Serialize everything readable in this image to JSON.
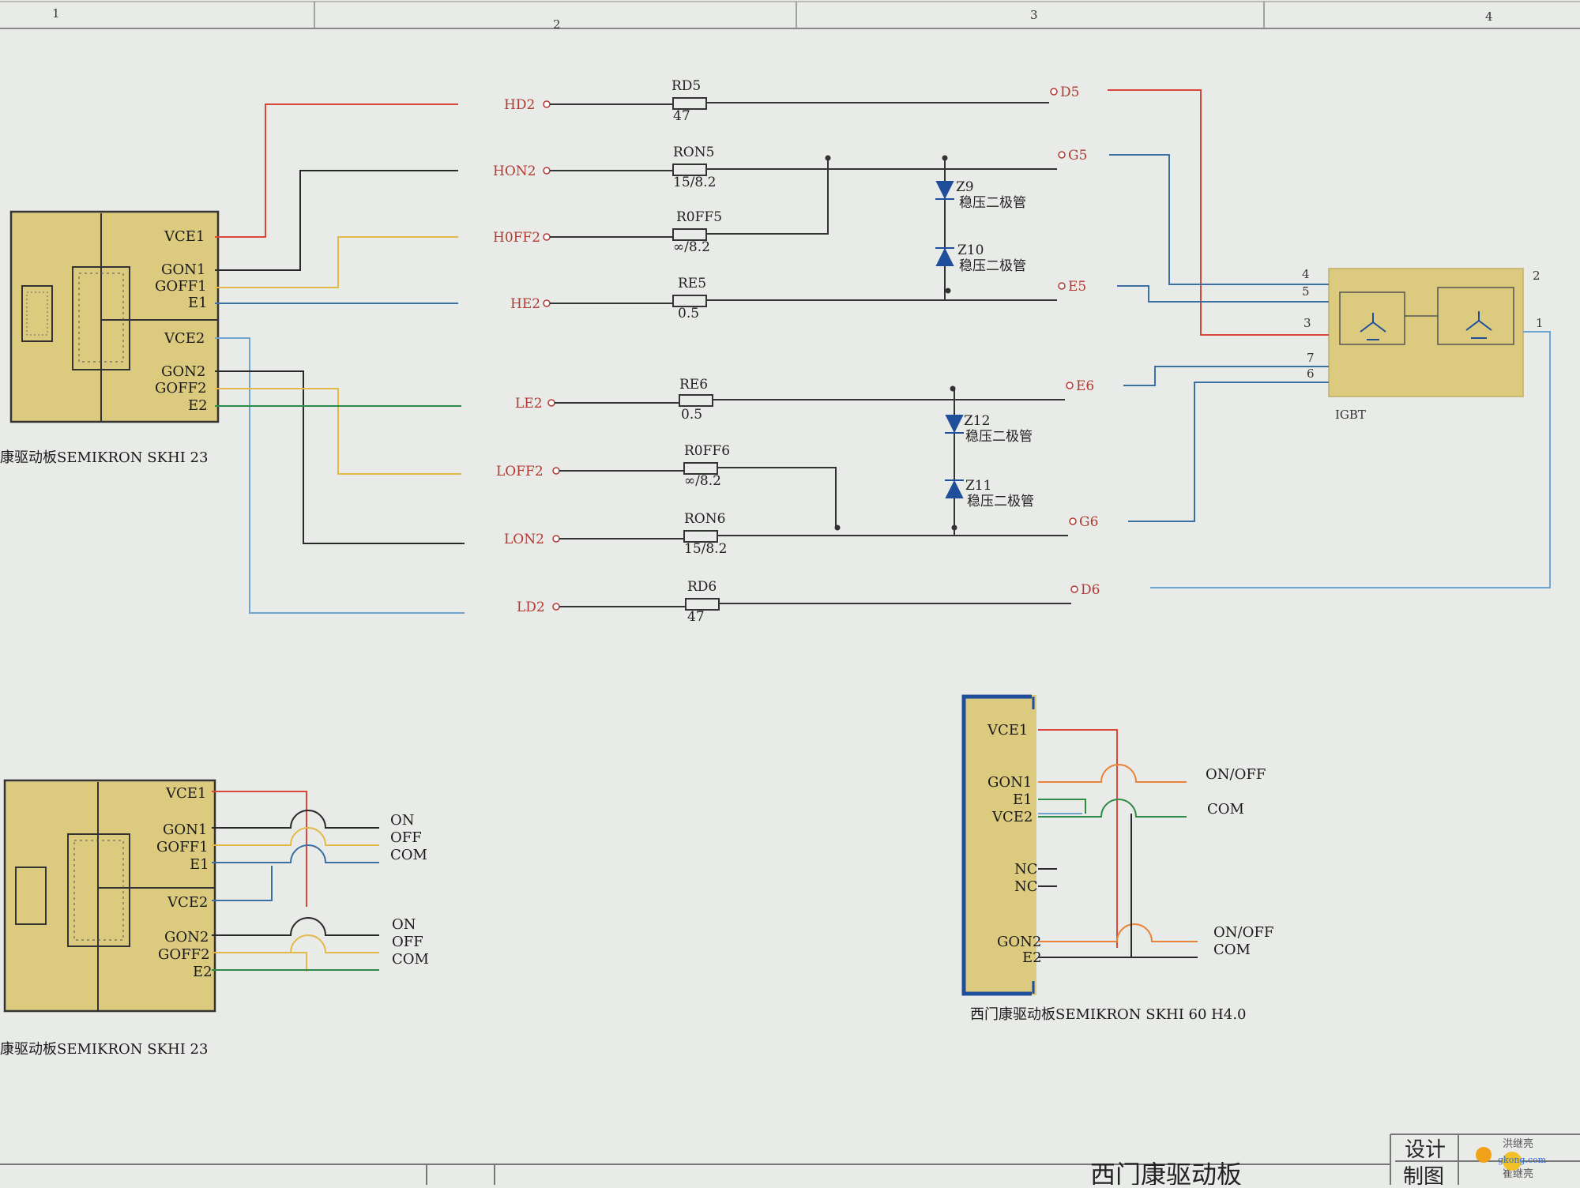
{
  "border": {
    "zones": [
      "1",
      "2",
      "3",
      "4"
    ]
  },
  "colors": {
    "paper": "#e9ebe8",
    "board_fill": "#dccb7e",
    "wire_red": "#d9473a",
    "wire_black": "#2a2a2a",
    "wire_yellow": "#e5b84a",
    "wire_blue": "#3d6fa3",
    "wire_lightblue": "#6fa6cf",
    "wire_green": "#2e8b45",
    "wire_orange": "#e8833a",
    "diode": "#1f4f9a",
    "signal_text": "#b23a32"
  },
  "board_top": {
    "caption": "康驱动板SEMIKRON SKHI 23",
    "pins": [
      "VCE1",
      "GON1",
      "GOFF1",
      "E1",
      "VCE2",
      "GON2",
      "GOFF2",
      "E2"
    ]
  },
  "signals_left": [
    "HD2",
    "HON2",
    "H0FF2",
    "HE2",
    "LE2",
    "LOFF2",
    "LON2",
    "LD2"
  ],
  "resistors": [
    {
      "name": "RD5",
      "value": "47"
    },
    {
      "name": "RON5",
      "value": "15/8.2"
    },
    {
      "name": "R0FF5",
      "value": "∞/8.2"
    },
    {
      "name": "RE5",
      "value": "0.5"
    },
    {
      "name": "RE6",
      "value": "0.5"
    },
    {
      "name": "R0FF6",
      "value": "∞/8.2"
    },
    {
      "name": "RON6",
      "value": "15/8.2"
    },
    {
      "name": "RD6",
      "value": "47"
    }
  ],
  "zeners": [
    {
      "name": "Z9",
      "desc": "稳压二极管"
    },
    {
      "name": "Z10",
      "desc": "稳压二极管"
    },
    {
      "name": "Z12",
      "desc": "稳压二极管"
    },
    {
      "name": "Z11",
      "desc": "稳压二极管"
    }
  ],
  "signals_right": [
    "D5",
    "G5",
    "E5",
    "E6",
    "G6",
    "D6"
  ],
  "igbt": {
    "label": "IGBT",
    "pins_left": [
      "4",
      "5",
      "3",
      "7",
      "6"
    ],
    "pins_right": [
      "2",
      "1"
    ]
  },
  "board_bottom_left": {
    "caption": "康驱动板SEMIKRON SKHI 23",
    "pins": [
      "VCE1",
      "GON1",
      "GOFF1",
      "E1",
      "VCE2",
      "GON2",
      "GOFF2",
      "E2"
    ],
    "outputs": [
      "ON",
      "OFF",
      "COM",
      "ON",
      "OFF",
      "COM"
    ]
  },
  "board_bottom_right": {
    "caption": "西门康驱动板SEMIKRON SKHI 60 H4.0",
    "pins": [
      "VCE1",
      "GON1",
      "E1",
      "VCE2",
      "NC",
      "NC",
      "GON2",
      "E2"
    ],
    "outputs": [
      "ON/OFF",
      "COM",
      "ON/OFF",
      "COM"
    ]
  },
  "title_block": {
    "title": "西门康驱动板",
    "row1": "设计",
    "row2": "制图",
    "name1": "洪继亮",
    "name2": "崔继亮",
    "watermark": "gkong.com"
  }
}
